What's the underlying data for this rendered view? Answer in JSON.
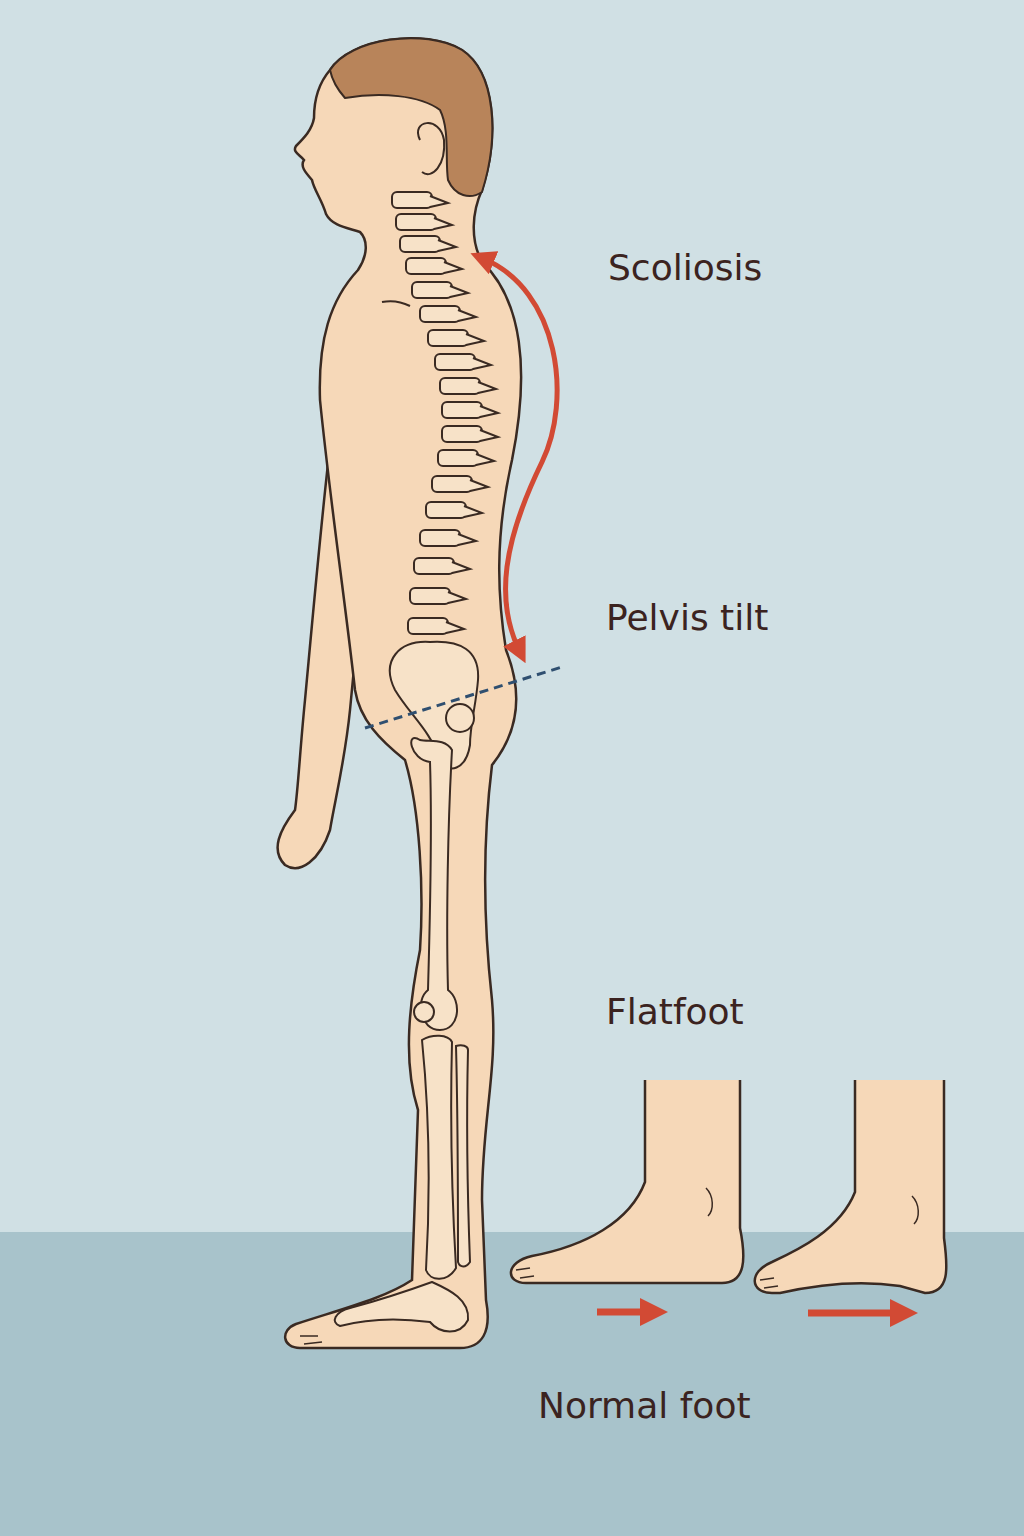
{
  "diagram": {
    "labels": [
      "Scoliosis",
      "Pelvis tilt",
      "Flatfoot",
      "Normal foot"
    ]
  }
}
